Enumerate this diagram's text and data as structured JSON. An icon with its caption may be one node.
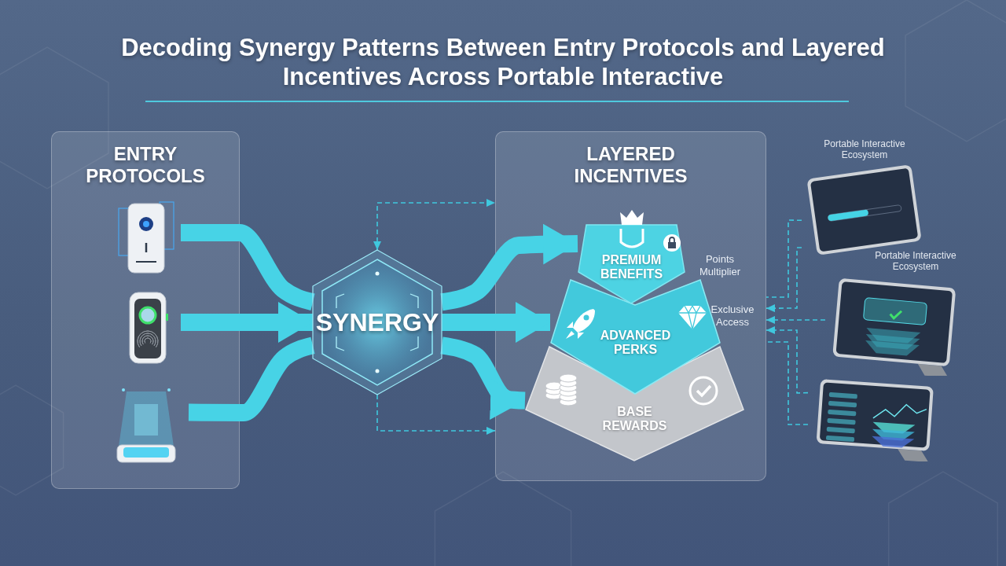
{
  "diagram": {
    "title": "Decoding Synergy Patterns Between Entry Protocols and Layered Incentives Across Portable Interactive",
    "nodes": [
      {
        "text": [
          "ENTRY PROTOCOLS"
        ]
      },
      {
        "text": [],
        "shape": "picture",
        "in": 0
      },
      {
        "text": [],
        "shape": "picture",
        "in": 0
      },
      {
        "text": [],
        "shape": "picture",
        "in": 0
      },
      {
        "text": [
          "SYNERGY"
        ]
      },
      {
        "text": [
          "LAYERED INCENTIVES"
        ]
      },
      {
        "text": [
          "PREMIUM BENEFITS"
        ],
        "in": 5
      },
      {
        "text": [
          "ADVANCED PERKS"
        ],
        "in": 5
      },
      {
        "text": [
          "BASE REWARDS"
        ],
        "in": 5
      },
      {
        "text": [
          "Portable Interactive Ecosystem"
        ]
      },
      {
        "text": [
          "Portable Interactive Ecosystem"
        ]
      },
      {
        "text": [],
        "shape": "picture"
      }
    ],
    "edges": [
      {
        "from": 1,
        "to": 4,
        "arrow": "none",
        "style": "thick"
      },
      {
        "from": 2,
        "to": 4,
        "arrow": "to",
        "style": "thick"
      },
      {
        "from": 3,
        "to": 4,
        "arrow": "none",
        "style": "thick"
      },
      {
        "from": 4,
        "to": 6,
        "arrow": "to",
        "style": "thick"
      },
      {
        "from": 4,
        "to": 7,
        "arrow": "to",
        "style": "thick"
      },
      {
        "from": 4,
        "to": 8,
        "arrow": "to",
        "style": "thick"
      },
      {
        "from": 4,
        "to": 5,
        "arrow": "both",
        "style": "dashed"
      },
      {
        "from": 4,
        "to": 5,
        "arrow": "to",
        "style": "dashed"
      },
      {
        "from": 9,
        "to": 5,
        "arrow": "none",
        "style": "dashed"
      },
      {
        "from": 9,
        "to": 5,
        "arrow": "to",
        "style": "dashed"
      },
      {
        "from": 10,
        "to": 5,
        "arrow": "to",
        "style": "dashed"
      },
      {
        "from": 11,
        "to": 5,
        "arrow": "to",
        "style": "dashed"
      },
      {
        "from": 11,
        "to": 5,
        "arrow": "none",
        "style": "dashed"
      }
    ],
    "labels": [
      "Points Multiplier",
      "Exclusive Access"
    ]
  }
}
